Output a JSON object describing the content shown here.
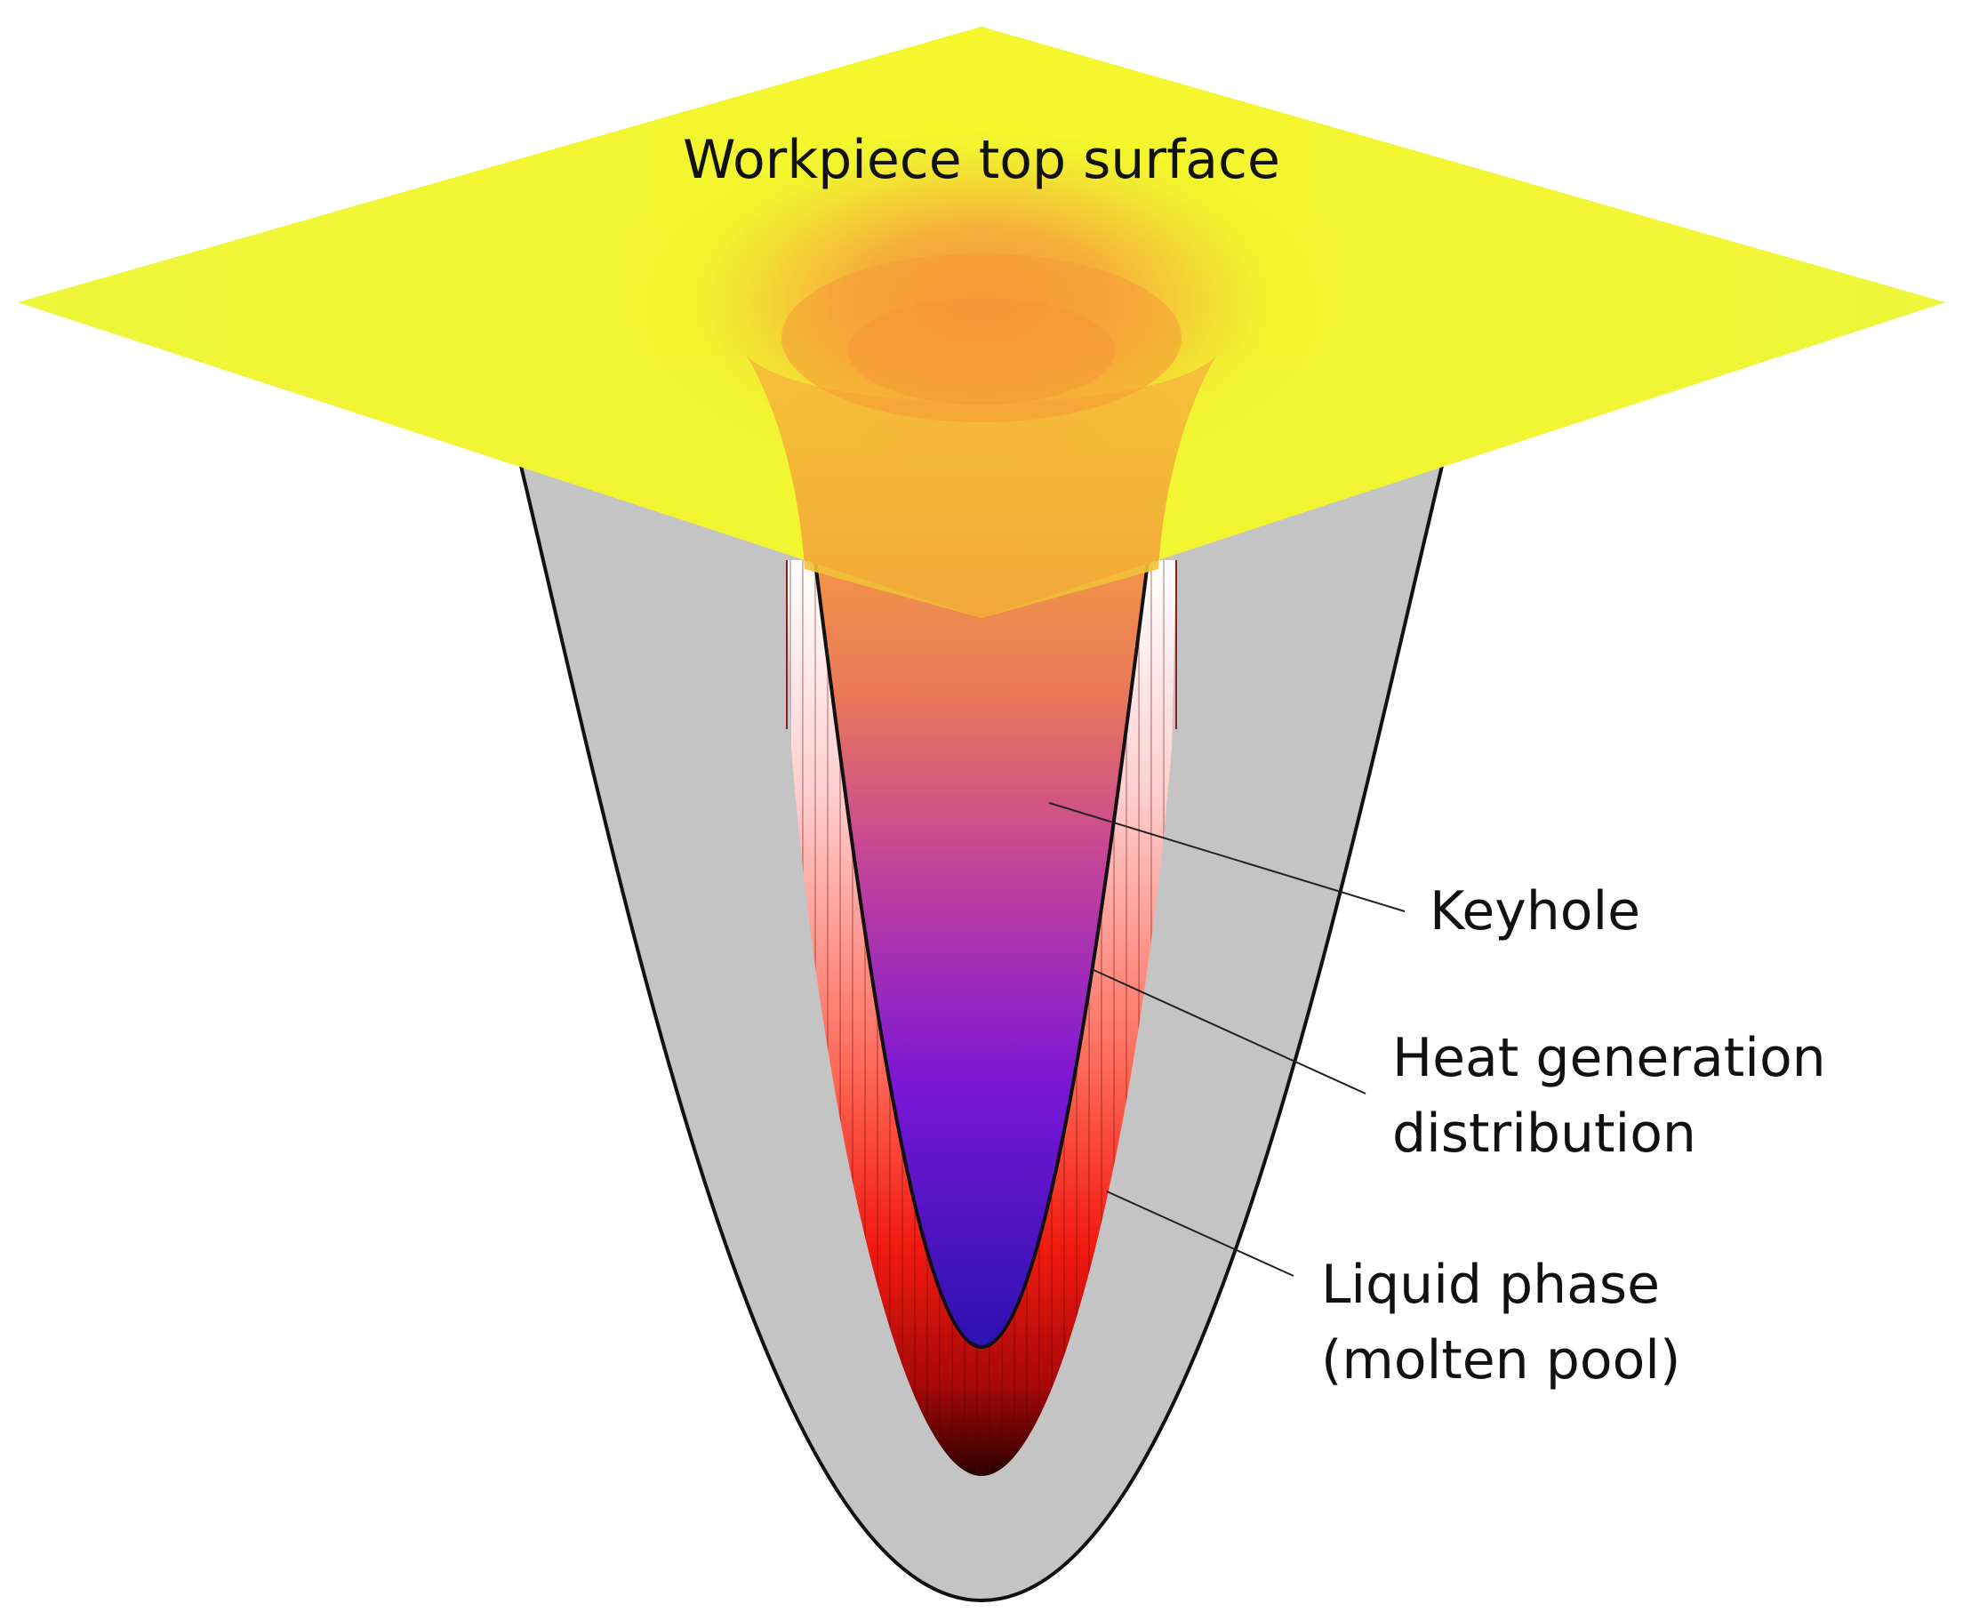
{
  "labels": {
    "top_surface": "Workpiece top surface",
    "keyhole": "Keyhole",
    "heat_line1": "Heat generation",
    "heat_line2": "distribution",
    "liquid_line1": "Liquid phase",
    "liquid_line2": "(molten pool)"
  },
  "colors": {
    "surface_yellow": "#f2f52e",
    "funnel_orange": "#f6a53a",
    "keyhole_magenta": "#c2419c",
    "keyhole_violet": "#7a16d6",
    "keyhole_blue": "#2b12b0",
    "heat_red": "#ff2a12",
    "heat_dark": "#5a0000",
    "molten_gray": "#c4c4c4",
    "outline": "#111111"
  }
}
